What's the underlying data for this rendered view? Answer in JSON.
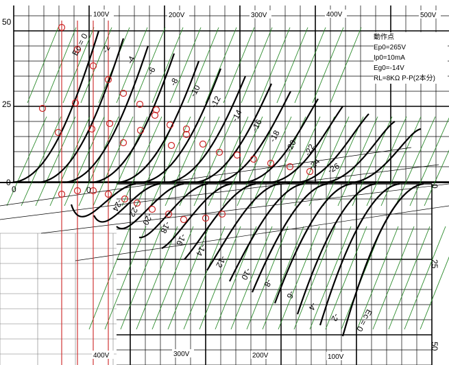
{
  "chart_data": {
    "type": "line",
    "title": "",
    "upper_panel": {
      "xlabel": "",
      "ylabel": "",
      "y_ticks": [
        "50",
        "25",
        "0"
      ],
      "x_tick_labels": [
        "100V",
        "200V",
        "300V",
        "400V",
        "500V"
      ],
      "origin_label": "0",
      "curve_labels": [
        "Ec = 0",
        "-2",
        "-4",
        "-6",
        "-8",
        "-10",
        "-12",
        "-14",
        "-16",
        "-18",
        "-20",
        "-22",
        "-24",
        "-26"
      ],
      "grid": true
    },
    "lower_panel": {
      "orientation": "rotated 180 degrees",
      "y_ticks": [
        "0",
        "25",
        "50"
      ],
      "x_tick_labels": [
        "400V",
        "300V",
        "200V",
        "100V"
      ],
      "origin_label": "0",
      "curve_labels": [
        "Ec = 0",
        "-2",
        "-4",
        "-6",
        "-8",
        "-10",
        "-12",
        "-14",
        "-16",
        "-18",
        "-20",
        "-22",
        "-24"
      ],
      "grid": true
    },
    "operating_point": {
      "heading": "動作点",
      "lines": [
        "Ep0=265V",
        "Ip0=10mA",
        "Eg0=-14V",
        "RL=8KΩ P-P(2本分)"
      ]
    },
    "curve_color": "#000000",
    "load_line_color": "#2a8a2a",
    "marker_color": "#cc2222",
    "guide_color": "#cc2222"
  }
}
